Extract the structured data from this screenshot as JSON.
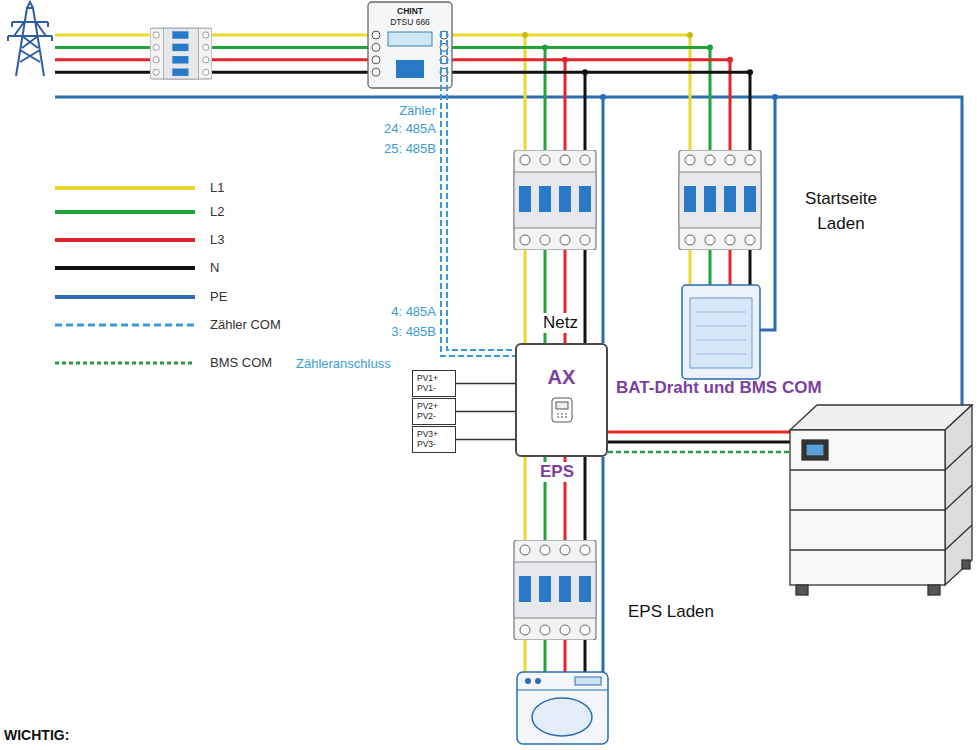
{
  "diagram": {
    "nodes": [
      {
        "text": [
          "CHINT",
          "DTSU 666"
        ]
      },
      {
        "text": [
          "PV1+",
          "PV1-"
        ]
      },
      {
        "text": [
          "PV2+",
          "PV2-"
        ]
      },
      {
        "text": [
          "PV3+",
          "PV3-"
        ]
      },
      {
        "text": [
          "AX"
        ]
      }
    ],
    "edges": [
      {
        "from": 0,
        "to": 4,
        "arrow": "none"
      },
      {
        "from": 1,
        "to": 4,
        "arrow": "none"
      },
      {
        "from": 2,
        "to": 4,
        "arrow": "none"
      },
      {
        "from": 3,
        "to": 4,
        "arrow": "none"
      }
    ],
    "labels": [
      "Zähler",
      "24: 485A",
      "25: 485B",
      "4: 485A",
      "3: 485B",
      "Zähleranschluss",
      "Netz",
      "Startseite Laden",
      "BAT-Draht und BMS COM",
      "EPS",
      "EPS Laden",
      "WICHTIG:"
    ],
    "legend": [
      {
        "text": "L1",
        "color": "#e8d92a"
      },
      {
        "text": "L2",
        "color": "#22a33a"
      },
      {
        "text": "L3",
        "color": "#e3242b"
      },
      {
        "text": "N",
        "color": "#111111"
      },
      {
        "text": "PE",
        "color": "#2b6cb3"
      },
      {
        "text": "Zähler COM"
      },
      {
        "text": "BMS COM"
      }
    ]
  }
}
